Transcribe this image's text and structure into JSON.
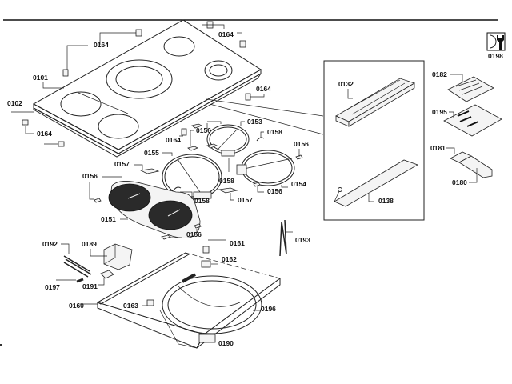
{
  "diagram": {
    "title": "Cooktop exploded parts diagram",
    "service_icon": {
      "icon": "service-wrench-icon",
      "label": "0198"
    },
    "labels": {
      "p0164_a": "0164",
      "p0164_b": "0164",
      "p0164_c": "0164",
      "p0164_d": "0164",
      "p0164_e": "0164",
      "p0101": "0101",
      "p0102": "0102",
      "p0132": "0132",
      "p0138": "0138",
      "p0182": "0182",
      "p0195": "0195",
      "p0181": "0181",
      "p0180": "0180",
      "p0153": "0153",
      "p0154": "0154",
      "p0155": "0155",
      "p0151": "0151",
      "p0156_a": "0156",
      "p0156_b": "0156",
      "p0156_c": "0156",
      "p0156_d": "0156",
      "p0156_e": "0156",
      "p0157_a": "0157",
      "p0157_b": "0157",
      "p0158_a": "0158",
      "p0158_b": "0158",
      "p0158_c": "0158",
      "p0161": "0161",
      "p0162": "0162",
      "p0163": "0163",
      "p0160": "0160",
      "p0196": "0196",
      "p0190": "0190",
      "p0192": "0192",
      "p0189": "0189",
      "p0197": "0197",
      "p0191": "0191",
      "p0193": "0193"
    }
  }
}
